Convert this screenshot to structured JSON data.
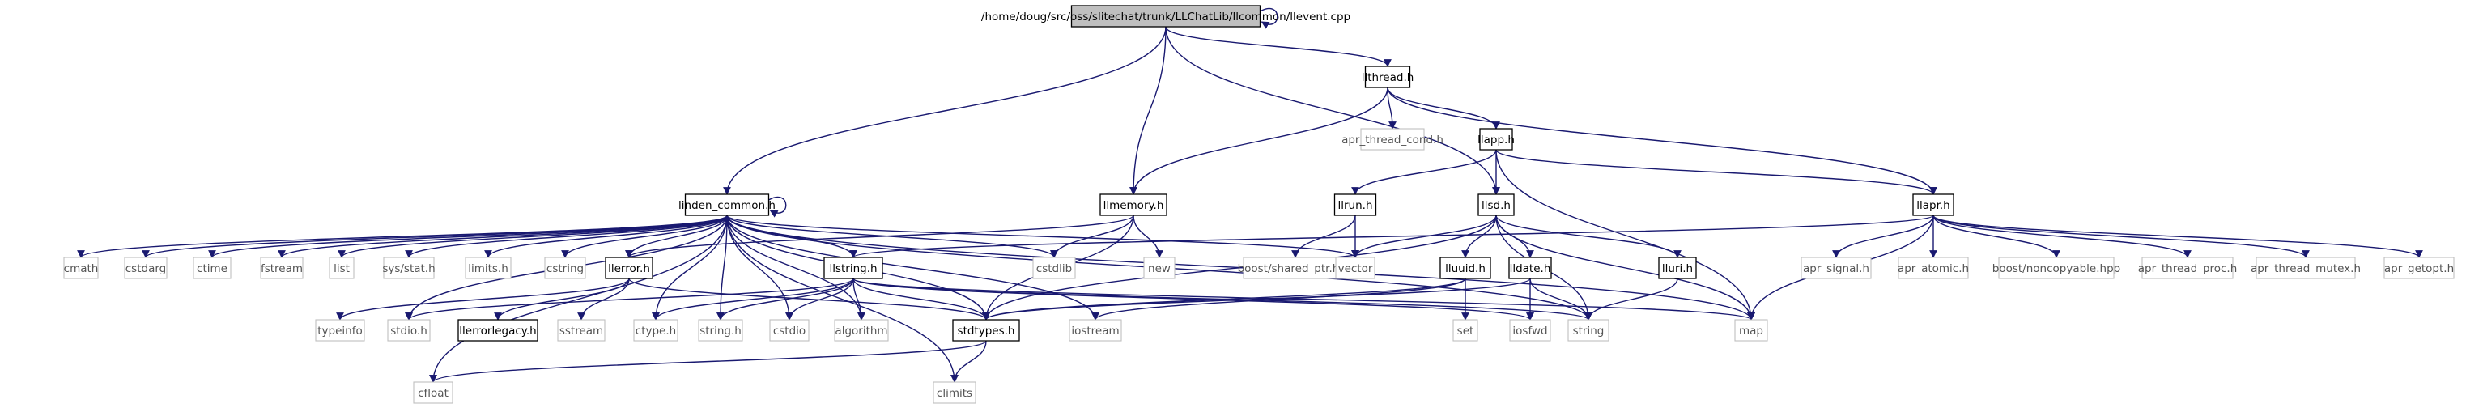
{
  "diagram": {
    "colors": {
      "edge": "#191970",
      "root_fill": "#bfbfbf",
      "ext_border": "#bfbfbf",
      "node_border": "#000000"
    },
    "nodes": [
      {
        "id": "root",
        "label": "/home/doug/src/oss/slitechat/trunk/LLChatLib/llcommon/llevent.cpp",
        "kind": "root"
      },
      {
        "id": "llthread",
        "label": "llthread.h",
        "kind": "file"
      },
      {
        "id": "apr_thread_cond",
        "label": "apr_thread_cond.h",
        "kind": "ext"
      },
      {
        "id": "llapp",
        "label": "llapp.h",
        "kind": "file"
      },
      {
        "id": "linden_common",
        "label": "linden_common.h",
        "kind": "file"
      },
      {
        "id": "llmemory",
        "label": "llmemory.h",
        "kind": "file"
      },
      {
        "id": "llrun",
        "label": "llrun.h",
        "kind": "file"
      },
      {
        "id": "llsd",
        "label": "llsd.h",
        "kind": "file"
      },
      {
        "id": "llapr",
        "label": "llapr.h",
        "kind": "file"
      },
      {
        "id": "cmath",
        "label": "cmath",
        "kind": "ext"
      },
      {
        "id": "cstdarg",
        "label": "cstdarg",
        "kind": "ext"
      },
      {
        "id": "ctime",
        "label": "ctime",
        "kind": "ext"
      },
      {
        "id": "fstream",
        "label": "fstream",
        "kind": "ext"
      },
      {
        "id": "list",
        "label": "list",
        "kind": "ext"
      },
      {
        "id": "sysstat",
        "label": "sys/stat.h",
        "kind": "ext"
      },
      {
        "id": "limits",
        "label": "limits.h",
        "kind": "ext"
      },
      {
        "id": "cstring",
        "label": "cstring",
        "kind": "ext"
      },
      {
        "id": "llerror",
        "label": "llerror.h",
        "kind": "file"
      },
      {
        "id": "llstring",
        "label": "llstring.h",
        "kind": "file"
      },
      {
        "id": "cstdlib",
        "label": "cstdlib",
        "kind": "ext"
      },
      {
        "id": "new",
        "label": "new",
        "kind": "ext"
      },
      {
        "id": "boost_shared",
        "label": "boost/shared_ptr.hpp",
        "kind": "ext"
      },
      {
        "id": "vector",
        "label": "vector",
        "kind": "ext"
      },
      {
        "id": "lluuid",
        "label": "lluuid.h",
        "kind": "file"
      },
      {
        "id": "lldate",
        "label": "lldate.h",
        "kind": "file"
      },
      {
        "id": "lluri",
        "label": "lluri.h",
        "kind": "file"
      },
      {
        "id": "apr_signal",
        "label": "apr_signal.h",
        "kind": "ext"
      },
      {
        "id": "apr_atomic",
        "label": "apr_atomic.h",
        "kind": "ext"
      },
      {
        "id": "boost_noncopyable",
        "label": "boost/noncopyable.hpp",
        "kind": "ext"
      },
      {
        "id": "apr_thread_proc",
        "label": "apr_thread_proc.h",
        "kind": "ext"
      },
      {
        "id": "apr_thread_mutex",
        "label": "apr_thread_mutex.h",
        "kind": "ext"
      },
      {
        "id": "apr_getopt",
        "label": "apr_getopt.h",
        "kind": "ext"
      },
      {
        "id": "typeinfo",
        "label": "typeinfo",
        "kind": "ext"
      },
      {
        "id": "stdio",
        "label": "stdio.h",
        "kind": "ext"
      },
      {
        "id": "llerrorlegacy",
        "label": "llerrorlegacy.h",
        "kind": "file"
      },
      {
        "id": "sstream",
        "label": "sstream",
        "kind": "ext"
      },
      {
        "id": "ctype",
        "label": "ctype.h",
        "kind": "ext"
      },
      {
        "id": "stringh",
        "label": "string.h",
        "kind": "ext"
      },
      {
        "id": "cstdio",
        "label": "cstdio",
        "kind": "ext"
      },
      {
        "id": "algorithm",
        "label": "algorithm",
        "kind": "ext"
      },
      {
        "id": "stdtypes",
        "label": "stdtypes.h",
        "kind": "file"
      },
      {
        "id": "iostream",
        "label": "iostream",
        "kind": "ext"
      },
      {
        "id": "set",
        "label": "set",
        "kind": "ext"
      },
      {
        "id": "iosfwd",
        "label": "iosfwd",
        "kind": "ext"
      },
      {
        "id": "string",
        "label": "string",
        "kind": "ext"
      },
      {
        "id": "map",
        "label": "map",
        "kind": "ext"
      },
      {
        "id": "cfloat",
        "label": "cfloat",
        "kind": "ext"
      },
      {
        "id": "climits",
        "label": "climits",
        "kind": "ext"
      }
    ],
    "edges": [
      [
        "root",
        "root"
      ],
      [
        "root",
        "llthread"
      ],
      [
        "root",
        "linden_common"
      ],
      [
        "root",
        "llmemory"
      ],
      [
        "root",
        "llsd"
      ],
      [
        "llthread",
        "apr_thread_cond"
      ],
      [
        "llthread",
        "llapp"
      ],
      [
        "llthread",
        "llmemory"
      ],
      [
        "llthread",
        "llapr"
      ],
      [
        "llapp",
        "llrun"
      ],
      [
        "llapp",
        "llsd"
      ],
      [
        "llapp",
        "llapr"
      ],
      [
        "llapp",
        "map"
      ],
      [
        "linden_common",
        "linden_common"
      ],
      [
        "linden_common",
        "cmath"
      ],
      [
        "linden_common",
        "cstdarg"
      ],
      [
        "linden_common",
        "ctime"
      ],
      [
        "linden_common",
        "fstream"
      ],
      [
        "linden_common",
        "list"
      ],
      [
        "linden_common",
        "sysstat"
      ],
      [
        "linden_common",
        "limits"
      ],
      [
        "linden_common",
        "cstring"
      ],
      [
        "linden_common",
        "llerror"
      ],
      [
        "linden_common",
        "llstring"
      ],
      [
        "linden_common",
        "cstdlib"
      ],
      [
        "linden_common",
        "vector"
      ],
      [
        "linden_common",
        "map"
      ],
      [
        "linden_common",
        "string"
      ],
      [
        "linden_common",
        "stdio"
      ],
      [
        "linden_common",
        "ctype"
      ],
      [
        "linden_common",
        "stringh"
      ],
      [
        "linden_common",
        "cstdio"
      ],
      [
        "linden_common",
        "algorithm"
      ],
      [
        "linden_common",
        "stdtypes"
      ],
      [
        "linden_common",
        "iostream"
      ],
      [
        "linden_common",
        "climits"
      ],
      [
        "linden_common",
        "cfloat"
      ],
      [
        "llmemory",
        "llerror"
      ],
      [
        "llmemory",
        "cstdlib"
      ],
      [
        "llmemory",
        "new"
      ],
      [
        "llmemory",
        "stdtypes"
      ],
      [
        "llrun",
        "boost_shared"
      ],
      [
        "llrun",
        "vector"
      ],
      [
        "llsd",
        "vector"
      ],
      [
        "llsd",
        "lluuid"
      ],
      [
        "llsd",
        "lldate"
      ],
      [
        "llsd",
        "lluri"
      ],
      [
        "llsd",
        "string"
      ],
      [
        "llsd",
        "map"
      ],
      [
        "llsd",
        "stdtypes"
      ],
      [
        "llapr",
        "apr_signal"
      ],
      [
        "llapr",
        "apr_atomic"
      ],
      [
        "llapr",
        "boost_noncopyable"
      ],
      [
        "llapr",
        "apr_thread_proc"
      ],
      [
        "llapr",
        "apr_thread_mutex"
      ],
      [
        "llapr",
        "apr_getopt"
      ],
      [
        "llapr",
        "llstring"
      ],
      [
        "llapr",
        "map"
      ],
      [
        "llerror",
        "typeinfo"
      ],
      [
        "llerror",
        "llerrorlegacy"
      ],
      [
        "llerror",
        "sstream"
      ],
      [
        "llerror",
        "stdtypes"
      ],
      [
        "llstring",
        "stdio"
      ],
      [
        "llstring",
        "ctype"
      ],
      [
        "llstring",
        "stringh"
      ],
      [
        "llstring",
        "cstdio"
      ],
      [
        "llstring",
        "algorithm"
      ],
      [
        "llstring",
        "stdtypes"
      ],
      [
        "llstring",
        "string"
      ],
      [
        "llstring",
        "map"
      ],
      [
        "llstring",
        "iosfwd"
      ],
      [
        "lluuid",
        "stdtypes"
      ],
      [
        "lluuid",
        "iostream"
      ],
      [
        "lluuid",
        "set"
      ],
      [
        "lldate",
        "stdtypes"
      ],
      [
        "lldate",
        "iosfwd"
      ],
      [
        "lldate",
        "string"
      ],
      [
        "lluri",
        "string"
      ],
      [
        "stdtypes",
        "cfloat"
      ],
      [
        "stdtypes",
        "climits"
      ]
    ]
  }
}
